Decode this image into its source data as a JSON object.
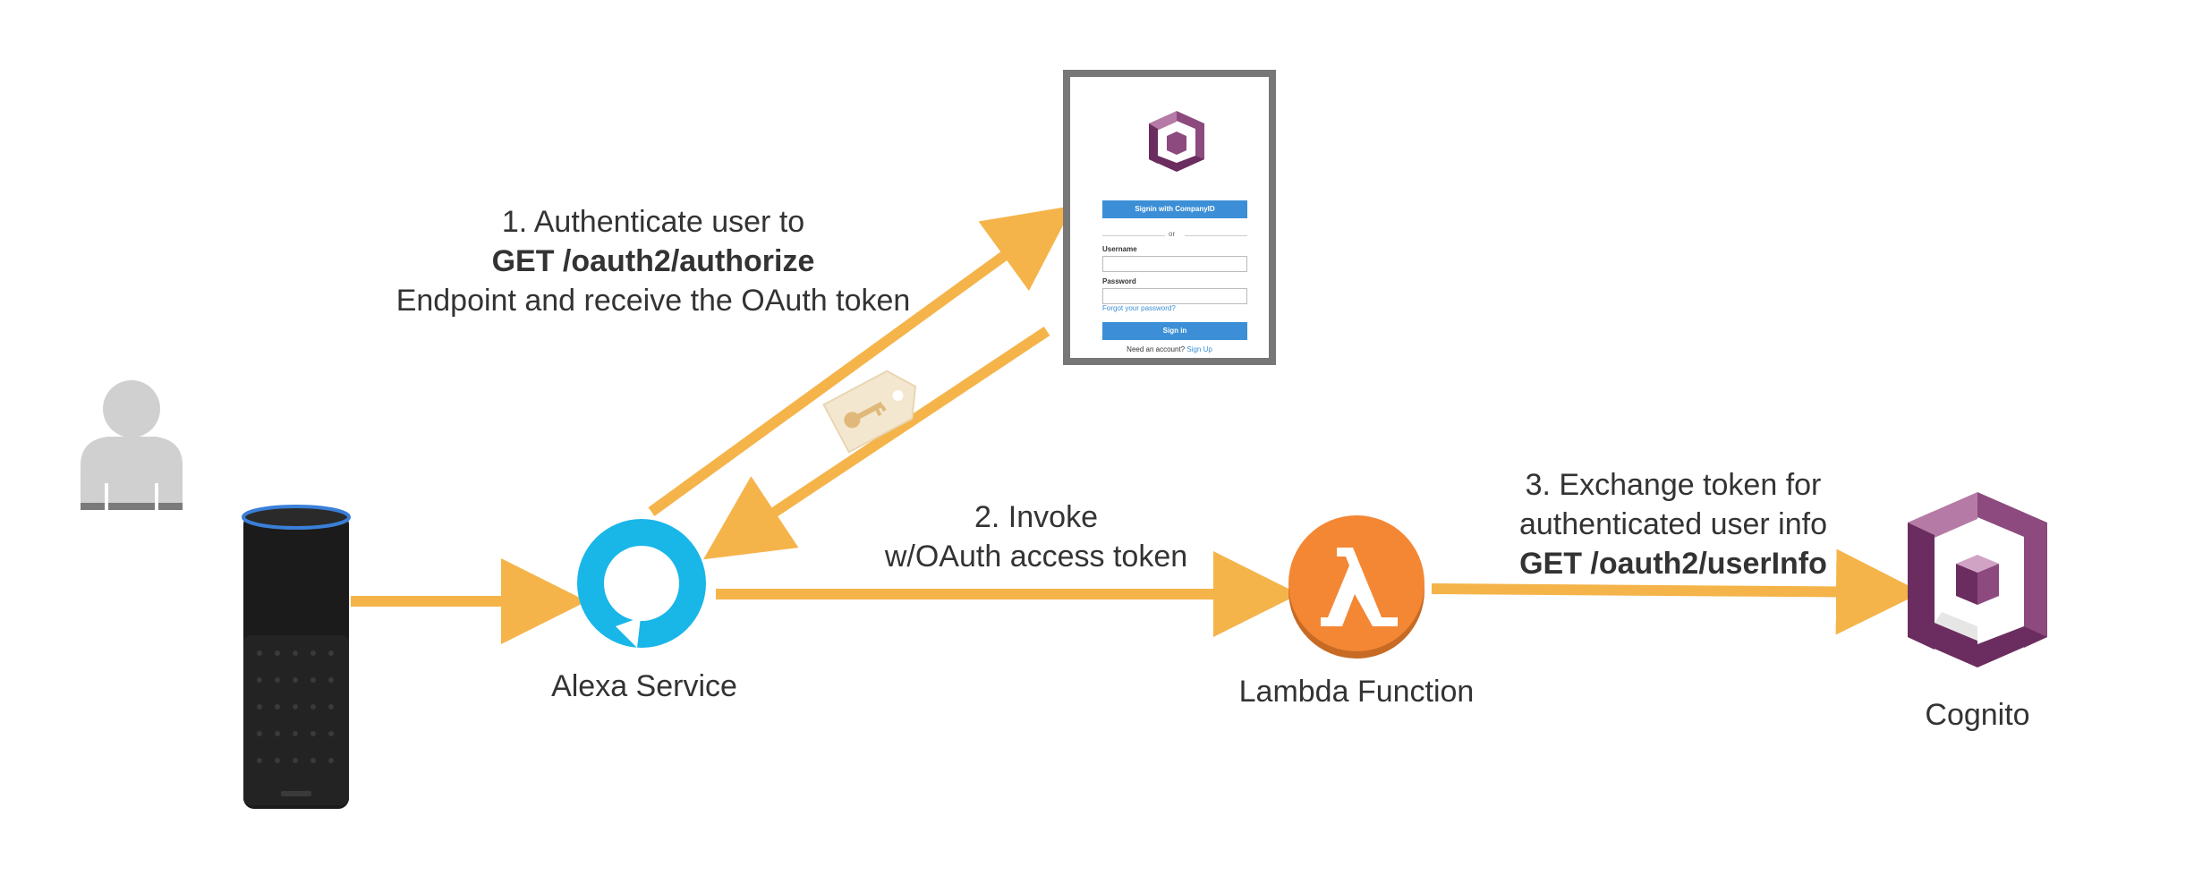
{
  "colors": {
    "arrow": "#f5b44a",
    "alexa": "#19b6e8",
    "lambda": "#f48734",
    "cognito_dark": "#6b2d5f",
    "cognito_mid": "#8c4a7e",
    "cognito_light": "#b57ba6",
    "echo_body": "#1c1c1c",
    "user": "#cfcfcf",
    "button_blue": "#3c8fd6"
  },
  "step1": {
    "line1": "1. Authenticate user to",
    "line2": "GET /oauth2/authorize",
    "line3": "Endpoint and receive the OAuth token"
  },
  "step2": {
    "line1": "2. Invoke",
    "line2": "w/OAuth access token"
  },
  "step3": {
    "line1": "3. Exchange token for",
    "line2": "authenticated user info",
    "line3": "GET /oauth2/userInfo"
  },
  "nodes": {
    "alexa": "Alexa Service",
    "lambda": "Lambda Function",
    "cognito": "Cognito"
  },
  "login": {
    "signin_company": "Signin with CompanyID",
    "or": "or",
    "username": "Username",
    "password": "Password",
    "forgot": "Forgot your password?",
    "signin": "Sign in",
    "need_account": "Need an account?",
    "signup": "Sign Up"
  },
  "icons": {
    "user": "user-silhouette-icon",
    "echo": "amazon-echo-device-icon",
    "alexa": "alexa-ring-icon",
    "lambda": "aws-lambda-icon",
    "cognito": "aws-cognito-icon",
    "token": "key-tag-icon"
  }
}
